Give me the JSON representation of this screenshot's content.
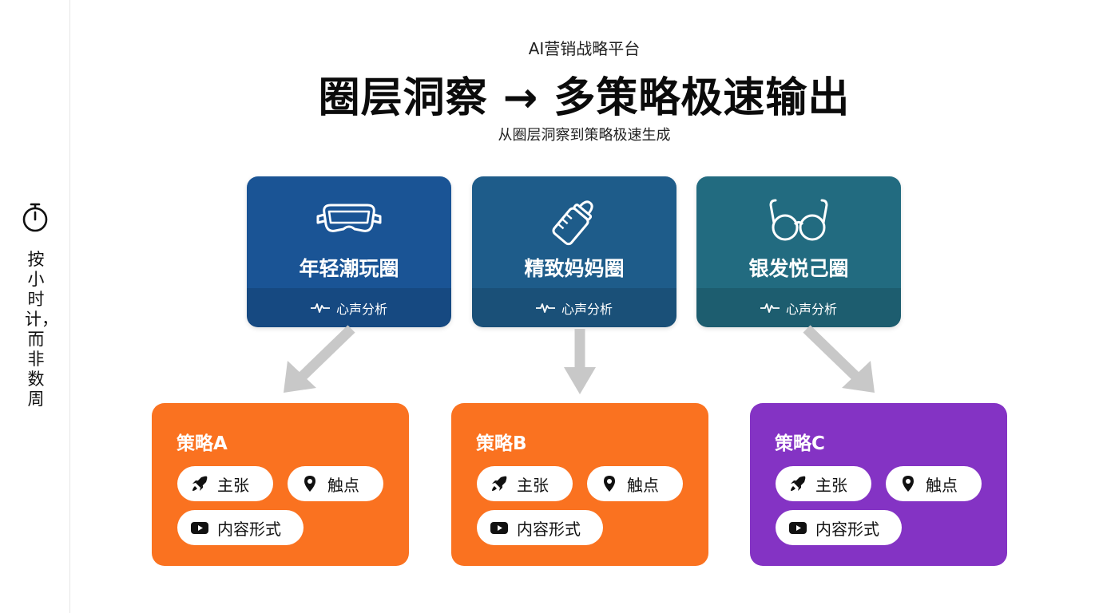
{
  "sidebar": {
    "vertical_text": "按小时计，而非数周",
    "timer_icon": "stopwatch-icon"
  },
  "header": {
    "eyebrow": "AI营销战略平台",
    "title": "圈层洞察 → 多策略极速输出",
    "subtitle": "从圈层洞察到策略极速生成"
  },
  "circles": [
    {
      "name": "年轻潮玩圈",
      "icon": "vr-goggles-icon",
      "footer": "心声分析",
      "color": "#1a5495"
    },
    {
      "name": "精致妈妈圈",
      "icon": "baby-bottle-icon",
      "footer": "心声分析",
      "color": "#1e5c8a"
    },
    {
      "name": "银发悦己圈",
      "icon": "eyeglasses-icon",
      "footer": "心声分析",
      "color": "#226b80"
    }
  ],
  "strategies": [
    {
      "title": "策略A",
      "color": "#fa7220",
      "chips": {
        "proposition": "主张",
        "touchpoint": "触点",
        "format": "内容形式"
      }
    },
    {
      "title": "策略B",
      "color": "#fa7220",
      "chips": {
        "proposition": "主张",
        "touchpoint": "触点",
        "format": "内容形式"
      }
    },
    {
      "title": "策略C",
      "color": "#8433c4",
      "chips": {
        "proposition": "主张",
        "touchpoint": "触点",
        "format": "内容形式"
      }
    }
  ],
  "colors": {
    "arrow": "#c8c8c8",
    "footer_overlay": "rgba(0,0,0,0.13)"
  }
}
